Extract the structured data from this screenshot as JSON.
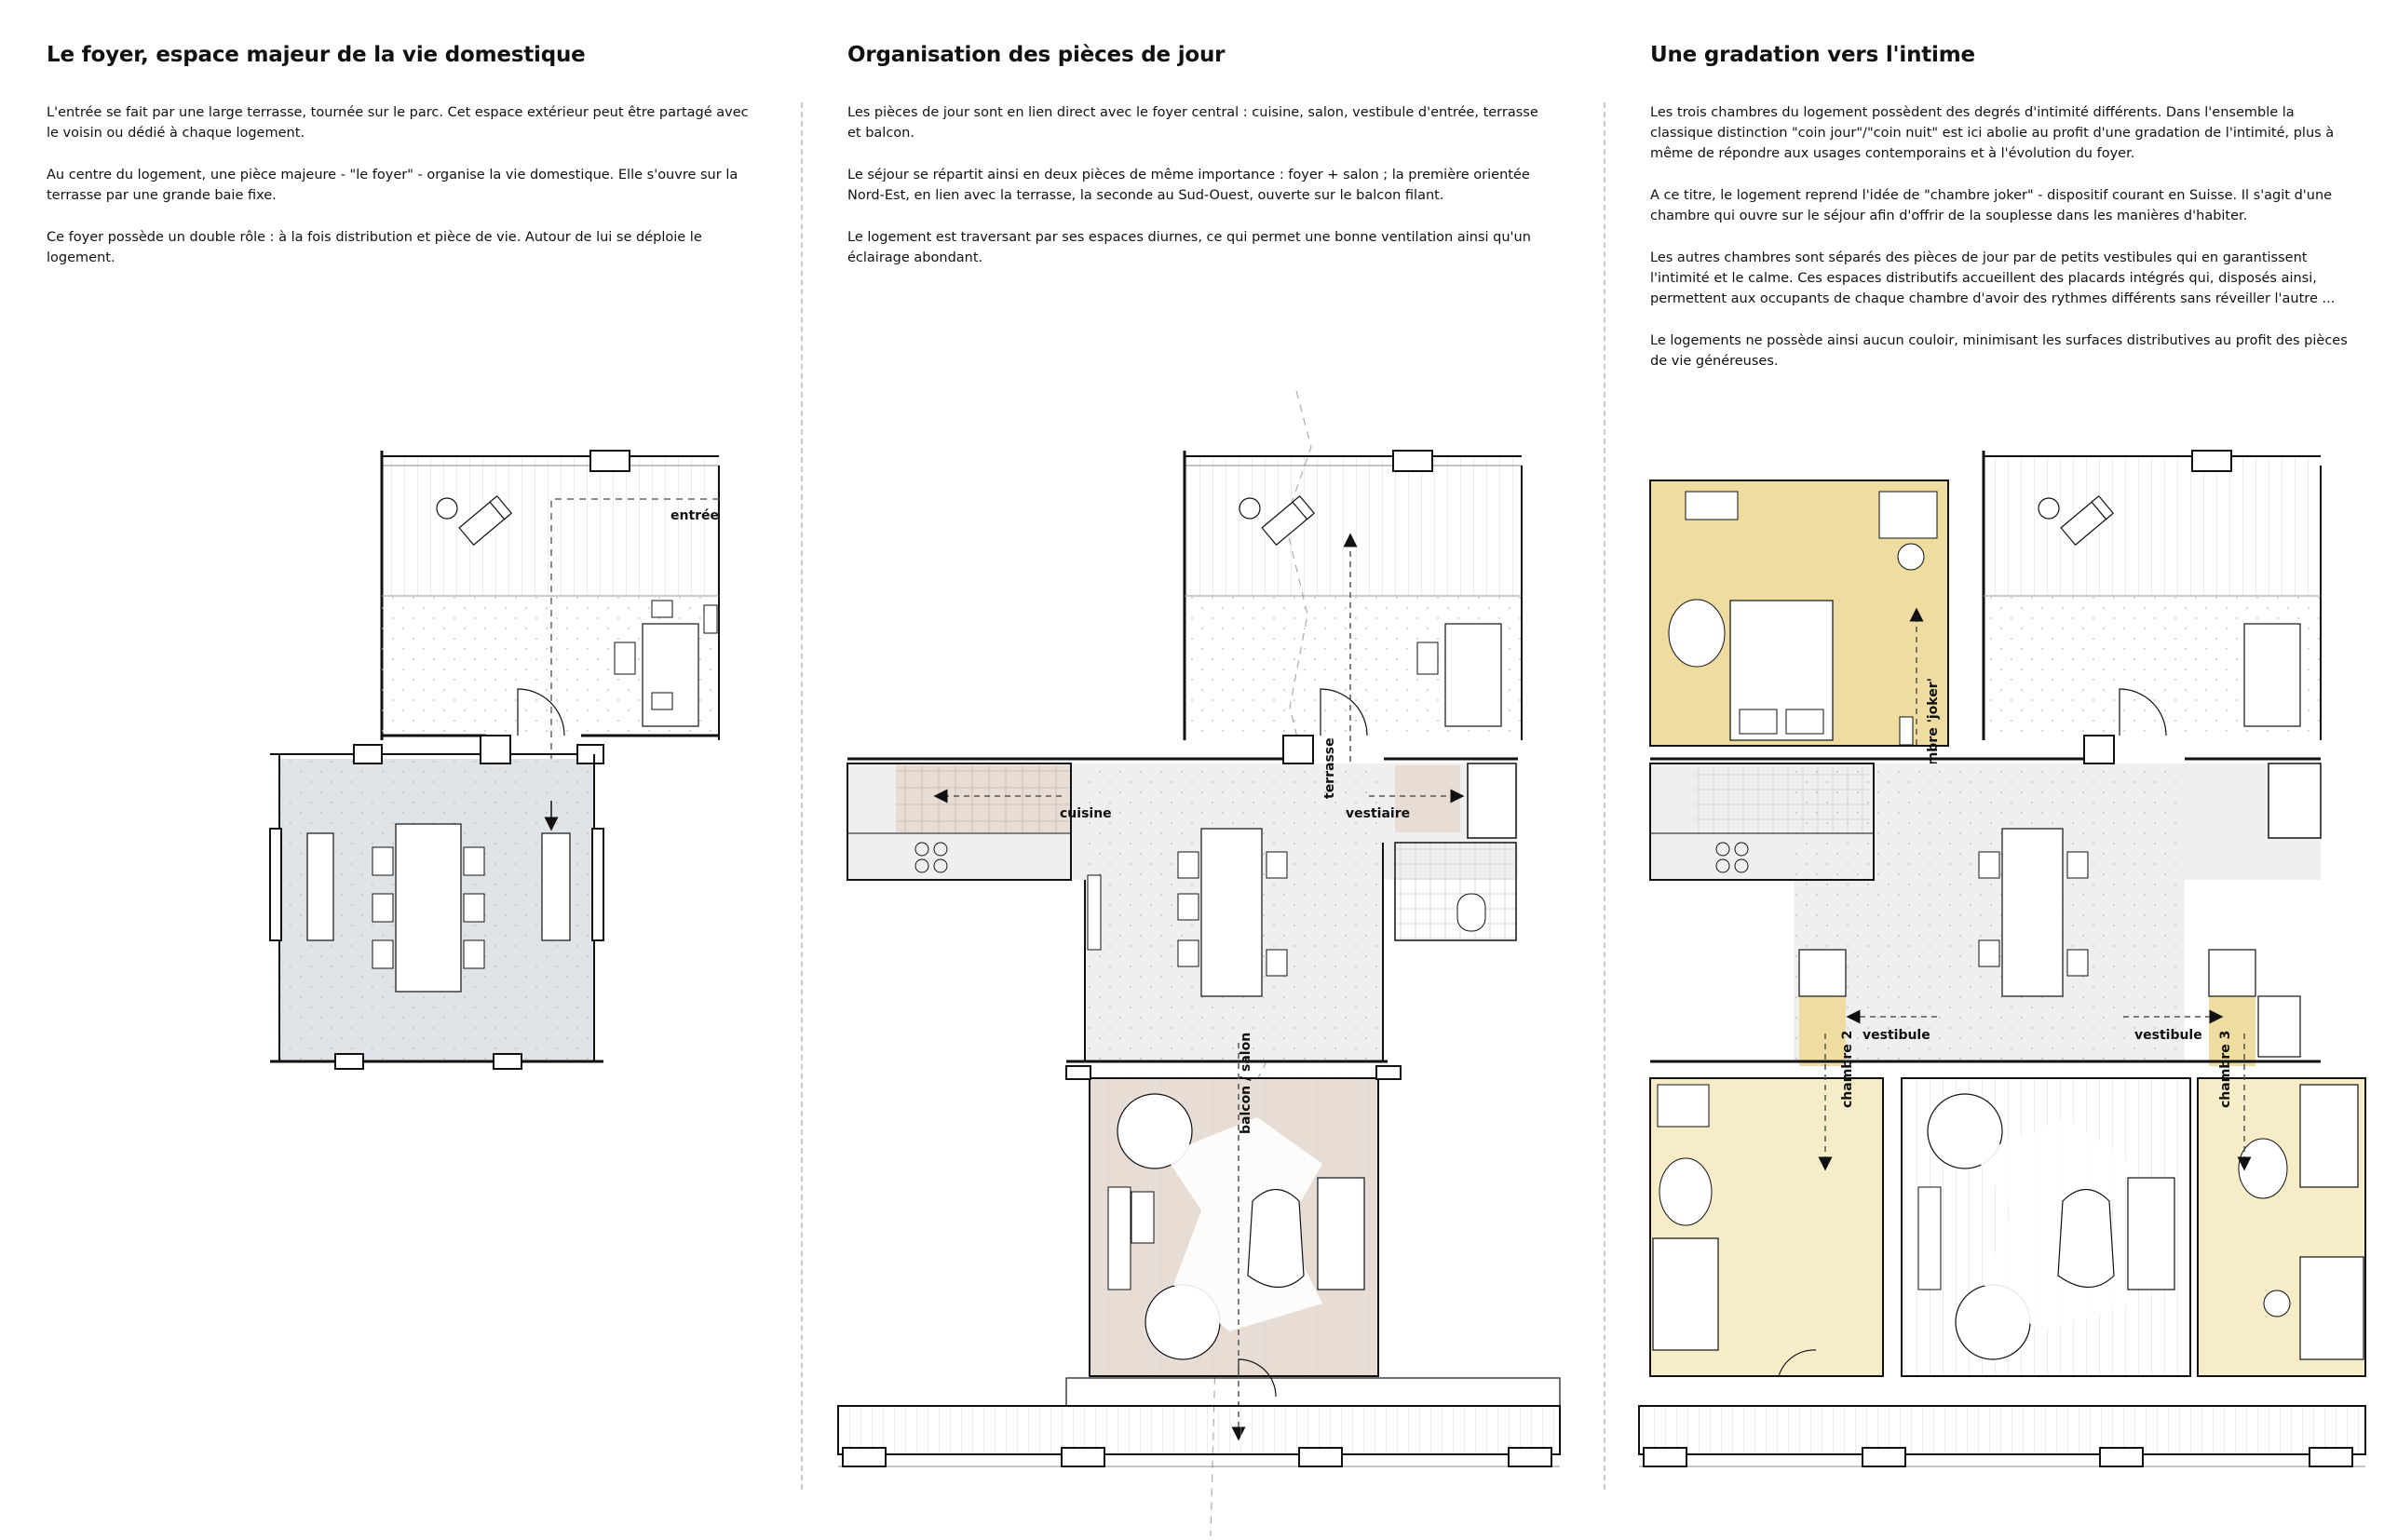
{
  "columns": [
    {
      "title": "Le foyer, espace majeur de la vie domestique",
      "paragraphs": [
        "L'entrée se fait par une large terrasse, tournée sur le parc. Cet espace extérieur peut être partagé avec le voisin ou dédié à chaque logement.",
        "Au centre du logement, une pièce majeure - \"le foyer\" - organise la vie domestique. Elle s'ouvre sur la terrasse par une grande baie fixe.",
        "Ce foyer possède un double rôle : à la fois distribution et pièce de vie. Autour de lui se déploie le logement."
      ]
    },
    {
      "title": "Organisation des pièces de jour",
      "paragraphs": [
        "Les pièces de jour sont en lien direct avec le foyer central : cuisine, salon, vestibule d'entrée, terrasse et balcon.",
        "Le séjour se répartit ainsi en deux pièces de même importance : foyer + salon ; la première orientée Nord-Est, en lien avec la terrasse, la seconde au Sud-Ouest, ouverte sur le balcon filant.",
        "Le logement est traversant par ses espaces diurnes, ce qui permet une bonne ventilation ainsi qu'un éclairage abondant."
      ]
    },
    {
      "title": "Une gradation vers l'intime",
      "paragraphs": [
        "Les trois chambres du logement possèdent des degrés d'intimité différents. Dans l'ensemble la classique distinction \"coin jour\"/\"coin nuit\" est ici abolie au profit d'une gradation de l'intimité, plus à même de répondre aux usages contemporains et à l'évolution du foyer.",
        "A ce titre, le logement reprend l'idée de \"chambre joker\" - dispositif courant en Suisse. Il s'agit d'une chambre qui ouvre sur le séjour afin d'offrir de la souplesse dans les manières d'habiter.",
        "Les autres chambres sont séparés des pièces de jour par de petits vestibules qui en garantissent l'intimité et le calme. Ces espaces distributifs accueillent des placards intégrés qui, disposés ainsi, permettent aux occupants de chaque chambre d'avoir des rythmes différents sans réveiller l'autre ...",
        "Le logements ne possède ainsi aucun couloir, minimisant les surfaces distributives au profit des pièces de vie généreuses."
      ]
    }
  ],
  "plan_labels": {
    "entree": "entrée",
    "cuisine": "cuisine",
    "terrasse": "terrasse",
    "vestiaire": "vestiaire",
    "balcon_salon": "balcon / salon",
    "chambre_joker": "chambre 'joker'",
    "vestibule_left": "vestibule",
    "vestibule_right": "vestibule",
    "chambre_2": "chambre 2",
    "chambre_3": "chambre 3"
  },
  "colors": {
    "foyer_highlight": "#dfe4e8",
    "kitchen_salon_highlight": "#e8ddd5",
    "bedroom_highlight": "#efdca0",
    "bedroom_light": "#f6ecc8",
    "circulation": "#efefef"
  }
}
